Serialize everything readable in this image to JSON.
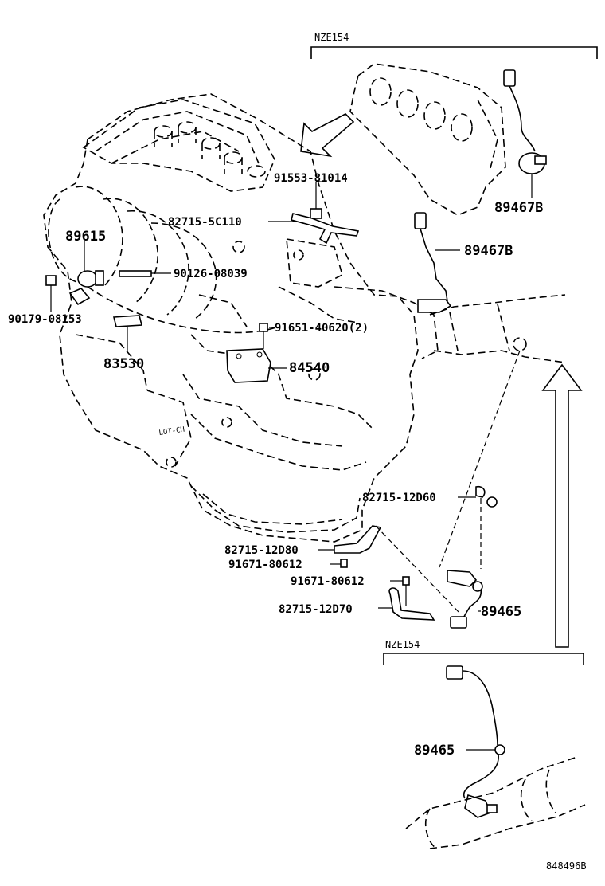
{
  "diagram": {
    "variant_labels": {
      "top": "NZE154",
      "bottom": "NZE154"
    },
    "callouts": {
      "p91553": "91553-81014",
      "p82715_5c110": "82715-5C110",
      "p89615": "89615",
      "p90126": "90126-08039",
      "p90179": "90179-08153",
      "p83530": "83530",
      "p91651": "91651-40620(2)",
      "p84540": "84540",
      "p89467b_top": "89467B",
      "p89467b_mid": "89467B",
      "p82715_12d60": "82715-12D60",
      "p82715_12d80": "82715-12D80",
      "p91671_a": "91671-80612",
      "p91671_b": "91671-80612",
      "p82715_12d70": "82715-12D70",
      "p89465_mid": "89465",
      "p89465_bot": "89465"
    },
    "illustration_code": "848496B",
    "engine_stamp": "LOT-CH"
  }
}
